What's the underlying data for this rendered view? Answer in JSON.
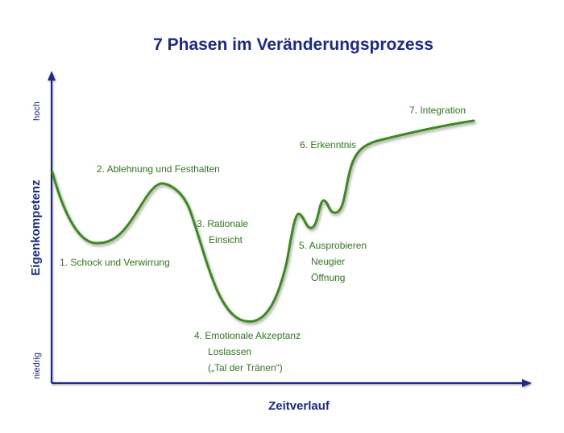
{
  "title": "7 Phasen im Veränderungsprozess",
  "axes": {
    "y_label": "Eigenkompetenz",
    "y_high": "hoch",
    "y_low": "niedrig",
    "x_label": "Zeitverlauf"
  },
  "colors": {
    "axis": "#1c2a8a",
    "curve": "#3a8a1e",
    "label": "#2f7a1f"
  },
  "phases": [
    {
      "lines": [
        "1. Schock und Verwirrung"
      ]
    },
    {
      "lines": [
        "2. Ablehnung und Festhalten"
      ]
    },
    {
      "lines": [
        "3. Rationale",
        "Einsicht"
      ]
    },
    {
      "lines": [
        "4. Emotionale Akzeptanz",
        "Loslassen",
        "(„Tal der Tränen“)"
      ]
    },
    {
      "lines": [
        "5. Ausprobieren",
        "Neugier",
        "Öffnung"
      ]
    },
    {
      "lines": [
        "6. Erkenntnis"
      ]
    },
    {
      "lines": [
        "7.  Integration"
      ]
    }
  ]
}
